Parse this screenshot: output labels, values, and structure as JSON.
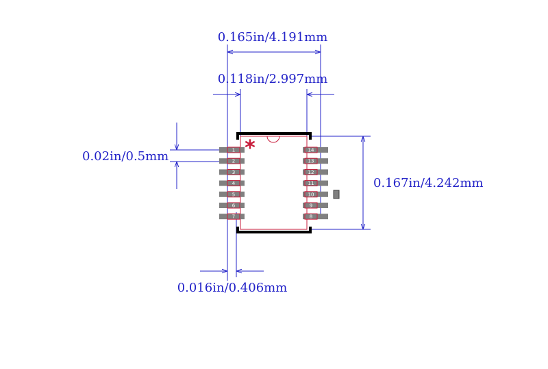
{
  "dimensions": {
    "overall_width": "0.165in/4.191mm",
    "body_width": "0.118in/2.997mm",
    "pin_pitch": "0.02in/0.5mm",
    "body_length": "0.167in/4.242mm",
    "pin_width": "0.016in/0.406mm"
  },
  "pins": {
    "left": [
      "1",
      "2",
      "3",
      "4",
      "5",
      "6",
      "7"
    ],
    "right": [
      "14",
      "13",
      "12",
      "11",
      "10",
      "9",
      "8"
    ]
  },
  "pin1_marker": "*",
  "colors": {
    "dimension": "#2323c8",
    "pad": "#808080",
    "outline": "#c81e3c",
    "body_edge": "#000000",
    "marker": "#c81e3c"
  }
}
